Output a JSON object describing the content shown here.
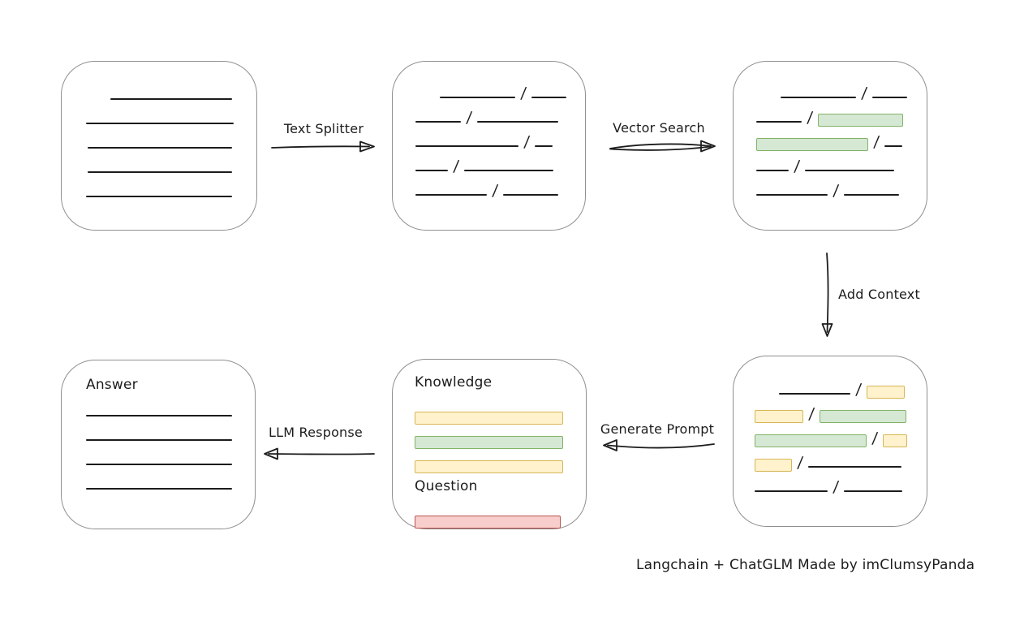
{
  "credit": "Langchain + ChatGLM Made by imClumsyPanda",
  "colors": {
    "ink": "#1c1c1c",
    "box_border": "#8f8f8f",
    "green_fill": "#d5e8d4",
    "green_stroke": "#82b366",
    "yellow_fill": "#fff2cc",
    "yellow_stroke": "#d6b656",
    "red_fill": "#f8cecc",
    "red_stroke": "#b85450"
  },
  "arrows": {
    "text_splitter": {
      "label": "Text Splitter",
      "direction": "right"
    },
    "vector_search": {
      "label": "Vector Search",
      "direction": "right"
    },
    "add_context": {
      "label": "Add Context",
      "direction": "down"
    },
    "generate_prompt": {
      "label": "Generate Prompt",
      "direction": "left"
    },
    "llm_response": {
      "label": "LLM Response",
      "direction": "left"
    }
  },
  "boxes": {
    "document": {
      "rows": [
        {
          "indent": 30,
          "segs": [
            {
              "k": "line",
              "w": 150
            }
          ]
        },
        {
          "indent": 0,
          "segs": [
            {
              "k": "line",
              "w": 182
            }
          ]
        },
        {
          "indent": 2,
          "segs": [
            {
              "k": "line",
              "w": 178
            }
          ]
        },
        {
          "indent": 2,
          "segs": [
            {
              "k": "line",
              "w": 178
            }
          ]
        },
        {
          "indent": 0,
          "segs": [
            {
              "k": "line",
              "w": 180
            }
          ]
        }
      ]
    },
    "split_chunks": {
      "rows": [
        {
          "indent": 30,
          "segs": [
            {
              "k": "line",
              "w": 93
            },
            {
              "k": "line",
              "w": 43
            }
          ]
        },
        {
          "indent": 0,
          "segs": [
            {
              "k": "line",
              "w": 56
            },
            {
              "k": "line",
              "w": 100
            }
          ]
        },
        {
          "indent": 0,
          "segs": [
            {
              "k": "line",
              "w": 127
            },
            {
              "k": "line",
              "w": 22
            }
          ]
        },
        {
          "indent": 0,
          "segs": [
            {
              "k": "line",
              "w": 40
            },
            {
              "k": "line",
              "w": 110
            }
          ]
        },
        {
          "indent": 0,
          "segs": [
            {
              "k": "line",
              "w": 88
            },
            {
              "k": "line",
              "w": 68
            }
          ]
        }
      ]
    },
    "vector_matched": {
      "rows": [
        {
          "indent": 30,
          "segs": [
            {
              "k": "line",
              "w": 93
            },
            {
              "k": "line",
              "w": 43
            }
          ]
        },
        {
          "indent": 0,
          "segs": [
            {
              "k": "line",
              "w": 56
            },
            {
              "k": "green",
              "w": 105
            }
          ]
        },
        {
          "indent": 0,
          "segs": [
            {
              "k": "green",
              "w": 138
            },
            {
              "k": "line",
              "w": 22
            }
          ]
        },
        {
          "indent": 0,
          "segs": [
            {
              "k": "line",
              "w": 40
            },
            {
              "k": "line",
              "w": 110
            }
          ]
        },
        {
          "indent": 0,
          "segs": [
            {
              "k": "line",
              "w": 88
            },
            {
              "k": "line",
              "w": 68
            }
          ]
        }
      ]
    },
    "context_added": {
      "rows": [
        {
          "indent": 30,
          "segs": [
            {
              "k": "line",
              "w": 88
            },
            {
              "k": "yellow",
              "w": 47
            }
          ]
        },
        {
          "indent": 0,
          "segs": [
            {
              "k": "yellow",
              "w": 60
            },
            {
              "k": "green",
              "w": 107
            }
          ]
        },
        {
          "indent": 0,
          "segs": [
            {
              "k": "green",
              "w": 138
            },
            {
              "k": "yellow",
              "w": 30
            }
          ]
        },
        {
          "indent": 0,
          "segs": [
            {
              "k": "yellow",
              "w": 46
            },
            {
              "k": "line",
              "w": 115
            }
          ]
        },
        {
          "indent": 0,
          "segs": [
            {
              "k": "line",
              "w": 90
            },
            {
              "k": "line",
              "w": 72
            }
          ]
        }
      ]
    },
    "prompt": {
      "knowledge_label": "Knowledge",
      "question_label": "Question",
      "knowledge_rows": [
        {
          "segs": [
            {
              "k": "yellow",
              "w": 183
            }
          ]
        },
        {
          "segs": [
            {
              "k": "green",
              "w": 183
            }
          ]
        },
        {
          "segs": [
            {
              "k": "yellow",
              "w": 183
            }
          ]
        }
      ],
      "question_rows": [
        {
          "segs": [
            {
              "k": "red",
              "w": 180
            }
          ]
        }
      ]
    },
    "answer": {
      "label": "Answer",
      "rows": [
        {
          "segs": [
            {
              "k": "line",
              "w": 180
            }
          ]
        },
        {
          "segs": [
            {
              "k": "line",
              "w": 180
            }
          ]
        },
        {
          "segs": [
            {
              "k": "line",
              "w": 180
            }
          ]
        },
        {
          "segs": [
            {
              "k": "line",
              "w": 180
            }
          ]
        }
      ]
    }
  }
}
